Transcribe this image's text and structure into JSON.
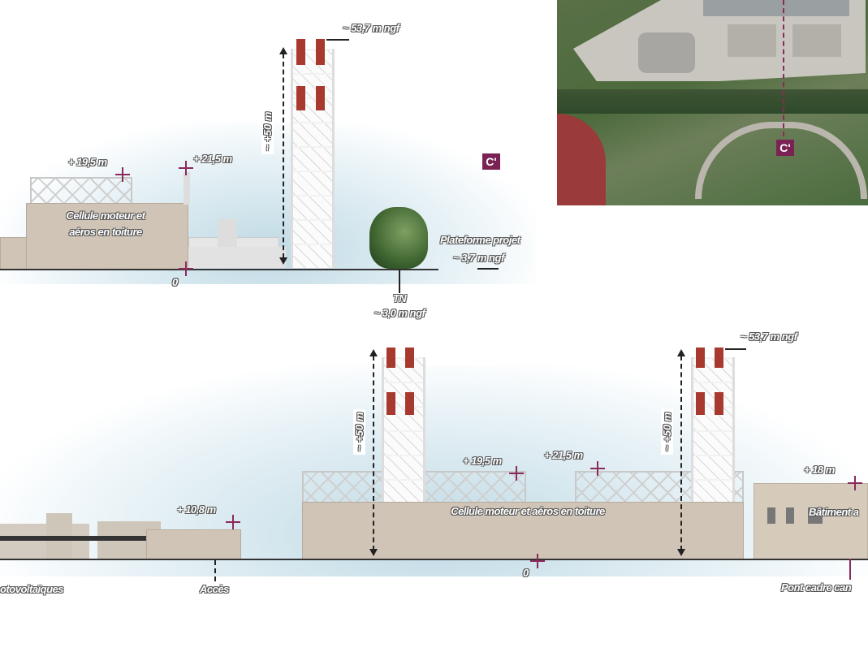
{
  "top_section": {
    "stack_top": "~ 53,7 m ngf",
    "stack_height": "~ +50 m",
    "roof_level": "+ 19,5 m",
    "chimney_level": "+ 21,5 m",
    "building_label_line1": "Cellule moteur et",
    "building_label_line2": "aéros en toiture",
    "zero": "0",
    "platform_label": "Plateforme projet",
    "platform_level": "~ 3,7 m ngf",
    "tn_label": "TN",
    "tn_level": "~ 3,0 m ngf",
    "section_marker": "C'"
  },
  "aerial_photo": {
    "section_marker": "C'",
    "section_line_color": "#8a2a5c"
  },
  "bottom_section": {
    "stack_top": "~ 53,7 m ngf",
    "stack_height_left": "~ +50 m",
    "stack_height_right": "~ +50 m",
    "roof_level": "+ 19,5 m",
    "chimney_level": "+ 21,5 m",
    "small_building_level": "+ 10,8 m",
    "right_building_level": "+ 18 m",
    "building_label": "Cellule moteur et aéros en toiture",
    "right_building_label": "Bâtiment a",
    "zero": "0",
    "pv_label": "otovoltaïques",
    "access_label": "Accès",
    "bridge_label": "Pont cadre can"
  },
  "colors": {
    "marker": "#8a2a5c",
    "building": "#cfc4b6",
    "flue": "#a8392e",
    "sky": "#b4d2df"
  }
}
